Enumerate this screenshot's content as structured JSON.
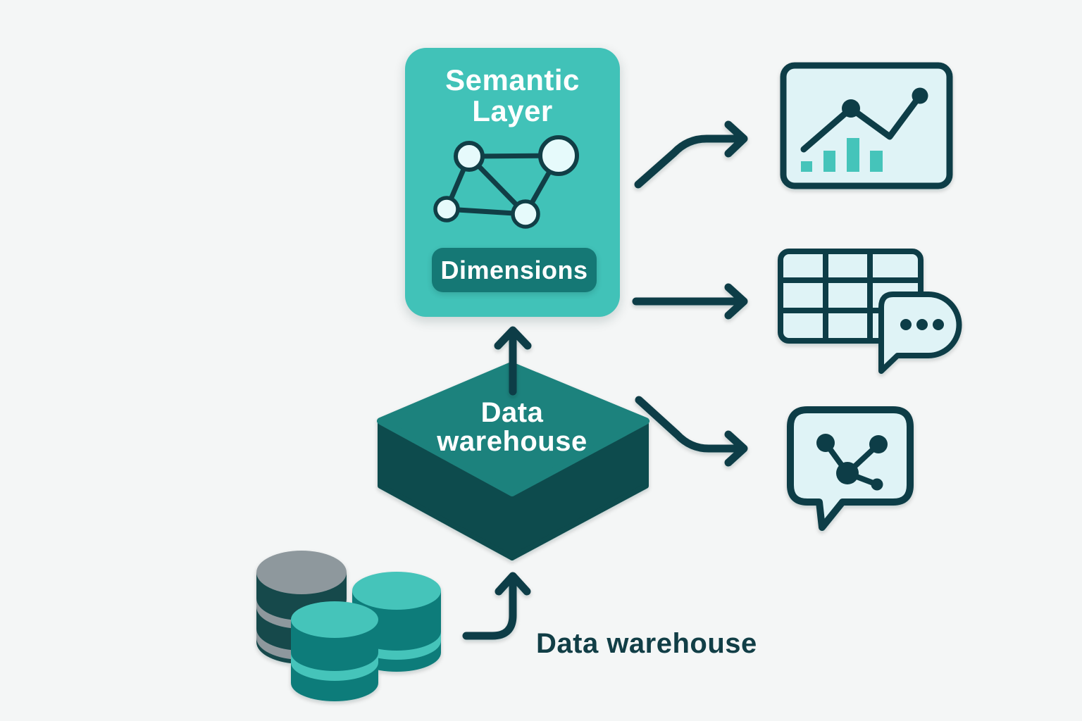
{
  "palette": {
    "background": "#F4F6F6",
    "ink": "#113E46",
    "card_teal": "#41C2B8",
    "badge_teal": "#157875",
    "warehouse_top": "#1F827D",
    "warehouse_side": "#114B4D",
    "icon_fill": "#DFF3F6",
    "node_fill": "#E6FAFB",
    "accent_teal": "#45C4BA",
    "cylinder_body_teal": "#117B7A",
    "cylinder_body_dark": "#14494C",
    "cylinder_gray": "#8E989D",
    "text_white": "#FFFFFF"
  },
  "semantic_layer": {
    "title_line1": "Semantic",
    "title_line2": "Layer",
    "badge_label": "Dimensions"
  },
  "warehouse_block": {
    "label_line1": "Data",
    "label_line2": "warehouse"
  },
  "source_caption": "Data warehouse",
  "icons": {
    "network_graph": "network-graph",
    "chart": "line-and-bar-chart",
    "table_chat": "table-with-chat-ellipsis",
    "chat_network": "chat-bubble-with-network",
    "databases": "database-cylinders"
  }
}
